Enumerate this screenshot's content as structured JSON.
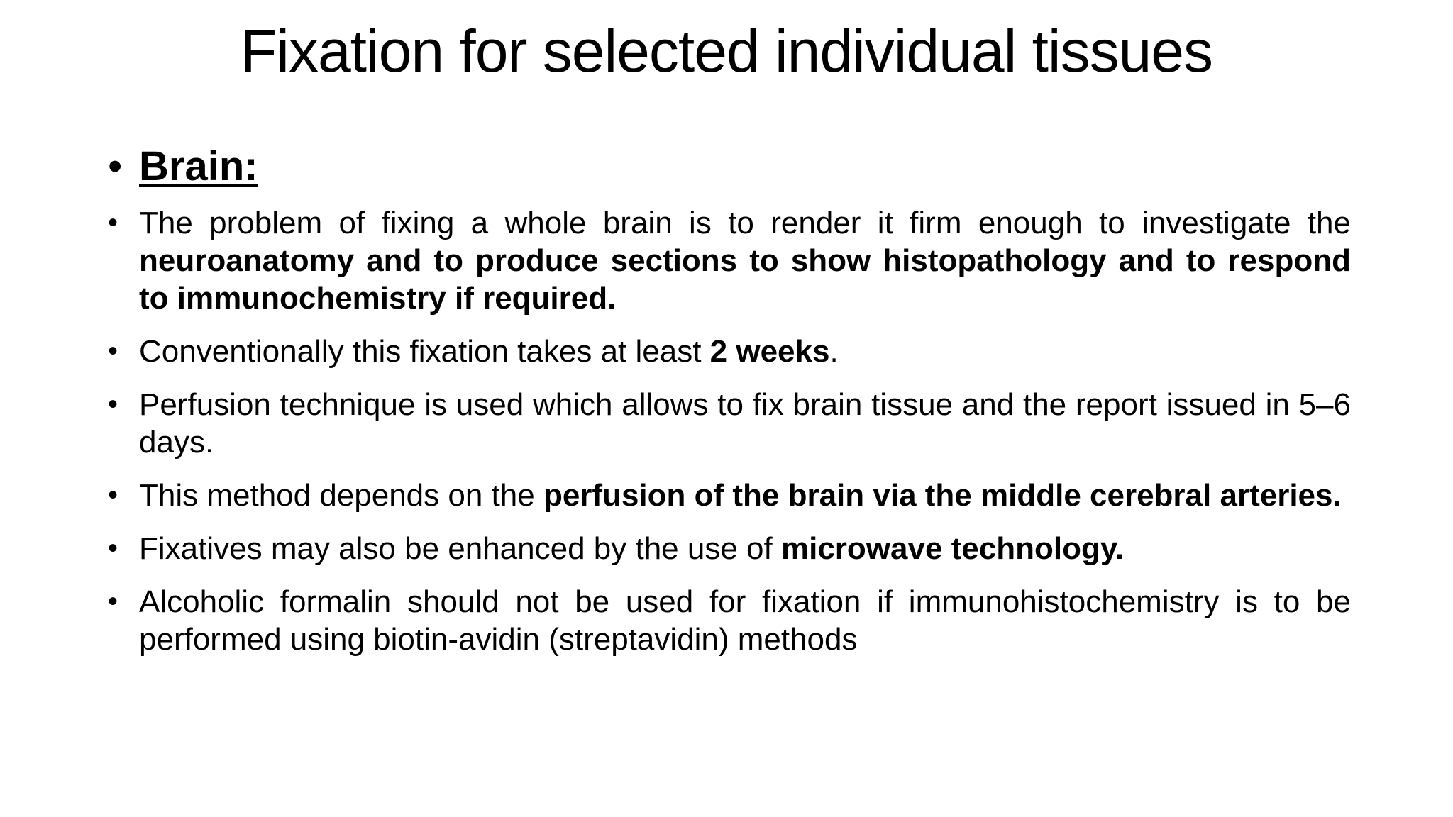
{
  "slide": {
    "title": "Fixation for selected individual tissues",
    "section_heading": "Brain:",
    "bullet_glyph": "•",
    "bullets": [
      {
        "parts": [
          {
            "t": "The problem of fixing a whole brain is to render it firm enough to investigate the ",
            "b": false
          },
          {
            "t": "neuroanatomy and to produce sections to show histopathology and to respond to immunochemistry if required.",
            "b": true
          }
        ]
      },
      {
        "parts": [
          {
            "t": "Conventionally this fixation takes at least ",
            "b": false
          },
          {
            "t": "2 weeks",
            "b": true
          },
          {
            "t": ".",
            "b": false
          }
        ]
      },
      {
        "parts": [
          {
            "t": "Perfusion technique is used which allows to fix brain tissue and the report issued in 5–6 days.",
            "b": false
          }
        ]
      },
      {
        "parts": [
          {
            "t": "This method depends on the ",
            "b": false
          },
          {
            "t": "perfusion of the brain via the middle cerebral arteries.",
            "b": true
          }
        ]
      },
      {
        "parts": [
          {
            "t": "Fixatives may also be enhanced by the use of ",
            "b": false
          },
          {
            "t": "microwave technology.",
            "b": true
          }
        ]
      },
      {
        "parts": [
          {
            "t": "Alcoholic formalin should not be used for fixation if immunohistochemistry is to be performed using biotin-avidin (streptavidin) methods",
            "b": false
          }
        ]
      }
    ]
  }
}
